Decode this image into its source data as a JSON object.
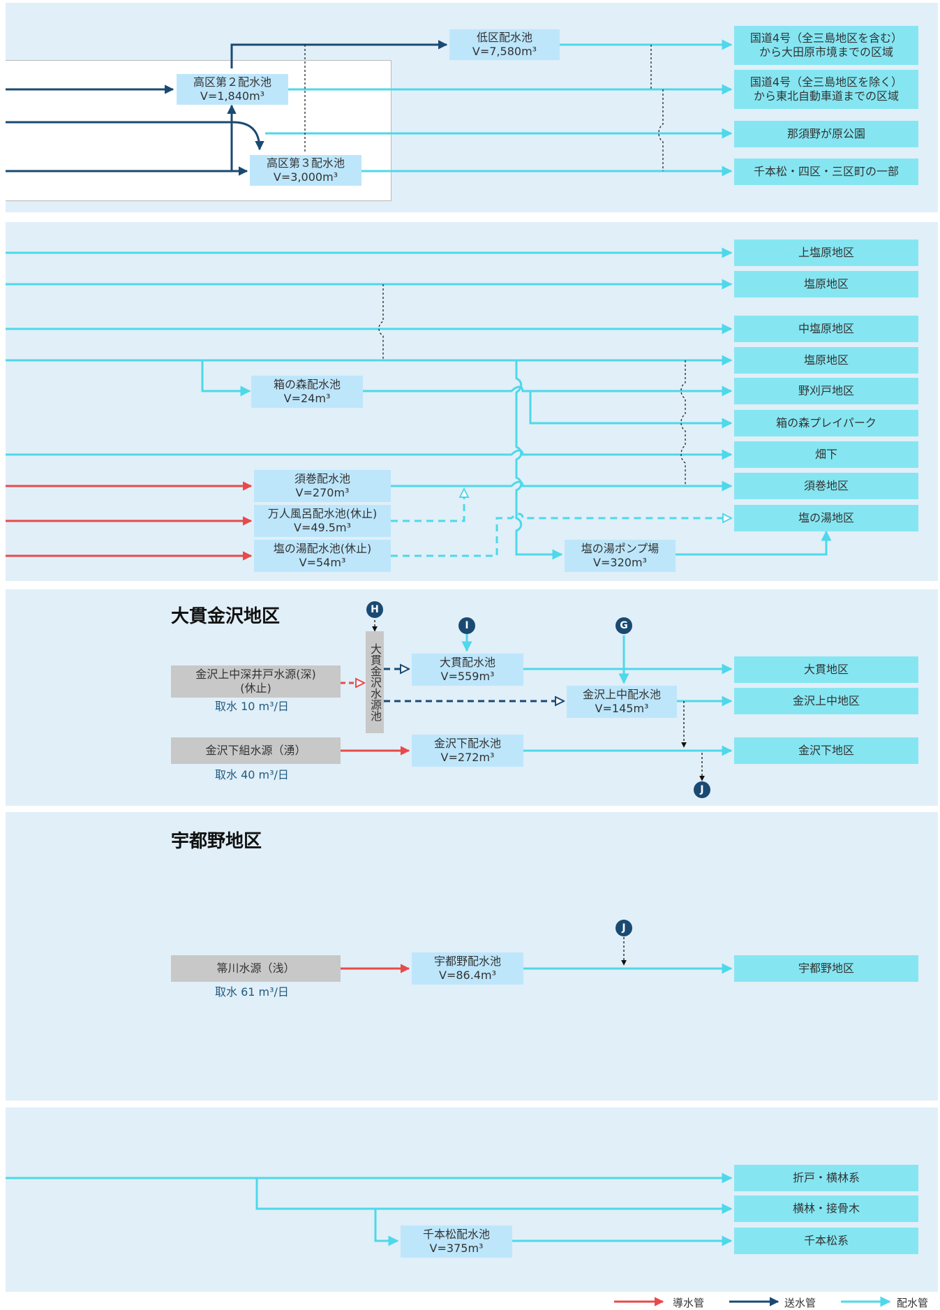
{
  "colors": {
    "induction": "#e84a4a",
    "transmission": "#1a4a72",
    "distribution": "#4ed8ea"
  },
  "panel1": {
    "reservoirs": {
      "low_zone": [
        "低区配水池",
        "V=7,580m³"
      ],
      "high2": [
        "高区第２配水池",
        "V=1,840m³"
      ],
      "high3": [
        "高区第３配水池",
        "V=3,000m³"
      ]
    },
    "areas": {
      "a1": [
        "国道4号（全三島地区を含む）",
        "から大田原市境までの区域"
      ],
      "a2": [
        "国道4号（全三島地区を除く）",
        "から東北自動車道までの区域"
      ],
      "a3": "那須野が原公園",
      "a4": "千本松・四区・三区町の一部"
    }
  },
  "panel2": {
    "areas": {
      "kami_shiobara": "上塩原地区",
      "shiobara1": "塩原地区",
      "naka_shiobara": "中塩原地区",
      "shiobara2": "塩原地区",
      "nokaribe": "野刈戸地区",
      "hakonomori_park": "箱の森プレイパーク",
      "hatake": "畑下",
      "sumaki": "須巻地区",
      "shionoyu": "塩の湯地区"
    },
    "reservoirs": {
      "hakonomori": [
        "箱の森配水池",
        "V=24m³"
      ],
      "sumaki": [
        "須巻配水池",
        "V=270m³"
      ],
      "manninburo": [
        "万人風呂配水池(休止)",
        "V=49.5m³"
      ],
      "shionoyu": [
        "塩の湯配水池(休止)",
        "V=54m³"
      ],
      "pump": [
        "塩の湯ポンプ場",
        "V=320m³"
      ]
    }
  },
  "panel3": {
    "title": "大貫金沢地区",
    "sources": {
      "s1": [
        "金沢上中深井戸水源(深)",
        "(休止)"
      ],
      "s1_intake": "取水 10 m³/日",
      "s2": "金沢下組水源（湧）",
      "s2_intake": "取水 40 m³/日"
    },
    "vertical_box": "大貫金沢水源池",
    "reservoirs": {
      "onuki": [
        "大貫配水池",
        "V=559m³"
      ],
      "kanazawa_kaminaka": [
        "金沢上中配水池",
        "V=145m³"
      ],
      "kanazawa_shimo": [
        "金沢下配水池",
        "V=272m³"
      ]
    },
    "areas": {
      "onuki": "大貫地区",
      "kaminaka": "金沢上中地区",
      "shimo": "金沢下地区"
    },
    "badges": {
      "h": "H",
      "i": "I",
      "g": "G",
      "j": "J"
    }
  },
  "panel4": {
    "title": "宇都野地区",
    "source": "箒川水源（浅）",
    "intake": "取水 61 m³/日",
    "reservoir": [
      "宇都野配水池",
      "V=86.4m³"
    ],
    "area": "宇都野地区",
    "badge": "J"
  },
  "panel5": {
    "areas": {
      "a1": "折戸・横林系",
      "a2": "横林・接骨木",
      "a3": "千本松系"
    },
    "reservoir": [
      "千本松配水池",
      "V=375m³"
    ]
  },
  "legend": {
    "induction": "導水管",
    "transmission": "送水管",
    "distribution": "配水管"
  }
}
